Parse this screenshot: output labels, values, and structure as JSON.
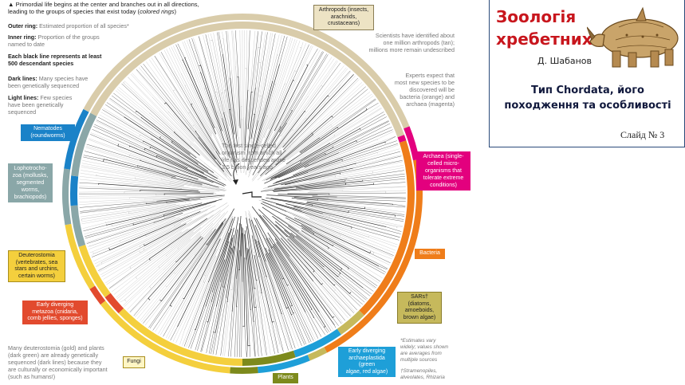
{
  "header": {
    "line1": "Primordial life begins at the center and branches out in all directions,",
    "line2": "leading to the groups of species that exist today (",
    "line2_em": "colored rings",
    "line2_end": ")"
  },
  "legend": {
    "outer_key": "Outer ring:",
    "outer_text": "Estimated proportion of all species*",
    "inner_key": "Inner ring:",
    "inner_text1": "Proportion of the groups",
    "inner_text2": "named to date",
    "black1": "Each black line represents at least",
    "black2": "500 descendant species",
    "dark_key": "Dark lines:",
    "dark_text1": "Many species have",
    "dark_text2": "been genetically sequenced",
    "light_key": "Light lines:",
    "light_text1": "Few species",
    "light_text2": "have been genetically",
    "light_text3": "sequenced"
  },
  "notes": {
    "scientists1": "Scientists have identified about",
    "scientists2": "one million arthropods (tan);",
    "scientists3": "millions more remain undescribed",
    "experts1": "Experts expect that",
    "experts2": "most new species to be",
    "experts3": "discovered will be",
    "experts4": "bacteria (orange) and",
    "experts5": "archaea (magenta)",
    "center1": "The first single-celled",
    "center2": "organism from which all",
    "center3": "life has descended arose",
    "center4": "3.5 billion years ago",
    "bottom1": "Many deuterostomia (gold) and plants",
    "bottom2": "(dark green) are already genetically",
    "bottom3": "sequenced (dark lines) because they",
    "bottom4": "are culturally or economically important",
    "bottom5": "(such as humans!)",
    "est1": "*Estimates vary",
    "est2": "widely; values shown",
    "est3": "are averages from",
    "est4": "multiple sources",
    "sar1": "†Stramenopiles,",
    "sar2": "alveolates, Rhizaria"
  },
  "groups": {
    "arthropods1": "Arthropods (insects,",
    "arthropods2": "arachnids, crustaceans)",
    "nematodes1": "Nematodes",
    "nematodes2": "(roundworms)",
    "lopho1": "Lophotrocho-",
    "lopho2": "zoa (mollusks,",
    "lopho3": "segmented",
    "lopho4": "worms,",
    "lopho5": "brachiopods)",
    "deutero1": "Deuterostomia",
    "deutero2": "(vertebrates, sea",
    "deutero3": "stars and urchins,",
    "deutero4": "certain worms)",
    "metazoa1": "Early diverging",
    "metazoa2": "metazoa (cnidaria,",
    "metazoa3": "comb jellies, sponges)",
    "fungi": "Fungi",
    "plants": "Plants",
    "archaea1": "Archaea (single-",
    "archaea2": "celled micro-",
    "archaea3": "organisms that",
    "archaea4": "tolerate extreme",
    "archaea5": "conditions)",
    "bacteria": "Bacteria",
    "sars1": "SARs† (diatoms,",
    "sars2": "amoeboids,",
    "sars3": "brown algae)",
    "arch1": "Early diverging",
    "arch2": "archaeplastida (green",
    "arch3": "algae, red algae)"
  },
  "colors": {
    "tan": "#d9ccaa",
    "bacteria": "#ef7d1a",
    "archaea": "#e3007e",
    "blue": "#1a82c8",
    "teal": "#8aa7a8",
    "red": "#e24a2e",
    "gold": "#f4cf3d",
    "olive": "#7d8a1c",
    "sar": "#c6b95c",
    "cyan": "#1e9fd8"
  },
  "panel": {
    "title1": "Зоологія",
    "title2": "хребетних",
    "author": "Д. Шабанов",
    "subtitle1": "Тип Chordata, його",
    "subtitle2": "походження та особливості",
    "slide": "Слайд № 3"
  }
}
